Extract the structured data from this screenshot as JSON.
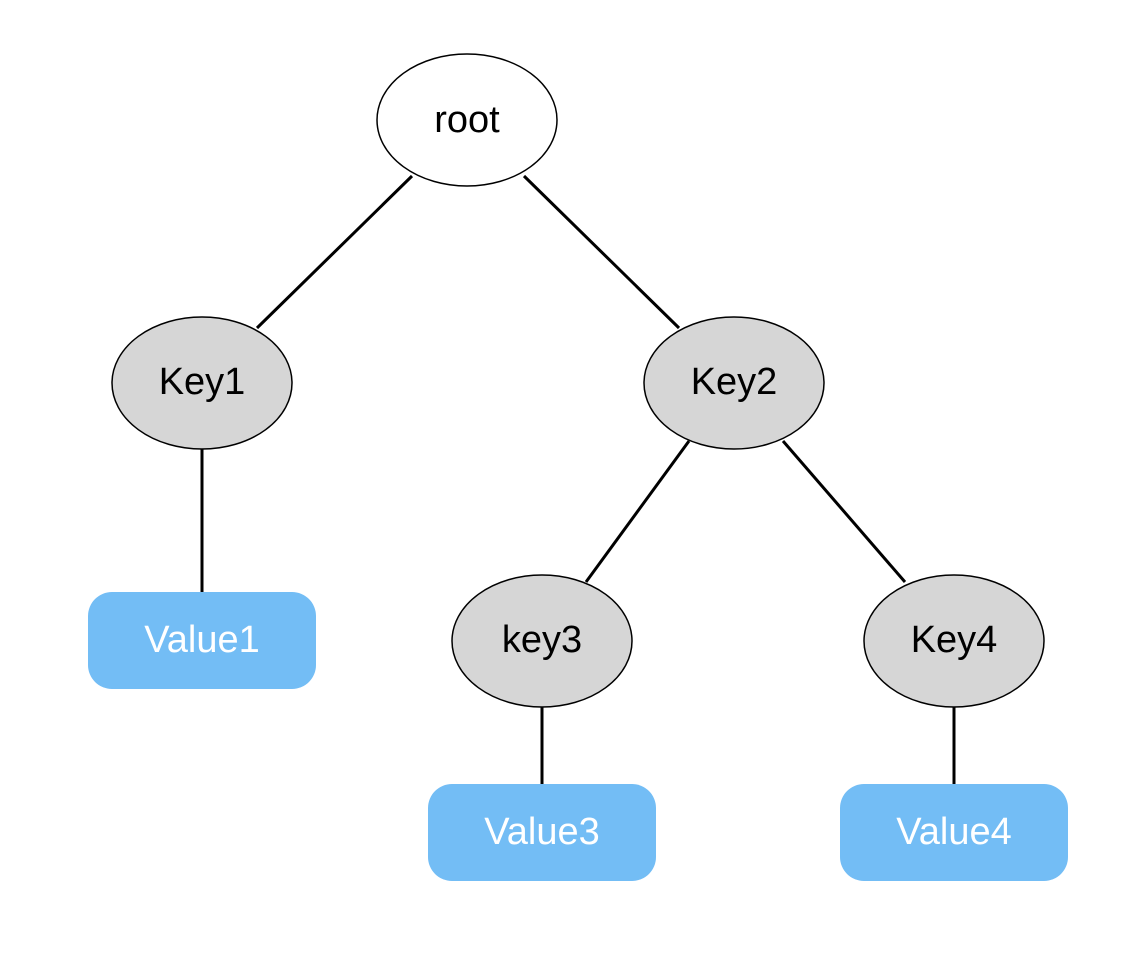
{
  "colors": {
    "root_fill": "#ffffff",
    "key_fill": "#d6d6d6",
    "value_fill": "#73bdf5",
    "outline": "#000000",
    "value_text": "#ffffff"
  },
  "nodes": {
    "root": {
      "label": "root",
      "shape": "ellipse"
    },
    "key1": {
      "label": "Key1",
      "shape": "ellipse"
    },
    "key2": {
      "label": "Key2",
      "shape": "ellipse"
    },
    "key3": {
      "label": "key3",
      "shape": "ellipse"
    },
    "key4": {
      "label": "Key4",
      "shape": "ellipse"
    },
    "value1": {
      "label": "Value1",
      "shape": "rounded-rect"
    },
    "value3": {
      "label": "Value3",
      "shape": "rounded-rect"
    },
    "value4": {
      "label": "Value4",
      "shape": "rounded-rect"
    }
  },
  "edges": [
    {
      "from": "root",
      "to": "key1"
    },
    {
      "from": "root",
      "to": "key2"
    },
    {
      "from": "key1",
      "to": "value1"
    },
    {
      "from": "key2",
      "to": "key3"
    },
    {
      "from": "key2",
      "to": "key4"
    },
    {
      "from": "key3",
      "to": "value3"
    },
    {
      "from": "key4",
      "to": "value4"
    }
  ]
}
